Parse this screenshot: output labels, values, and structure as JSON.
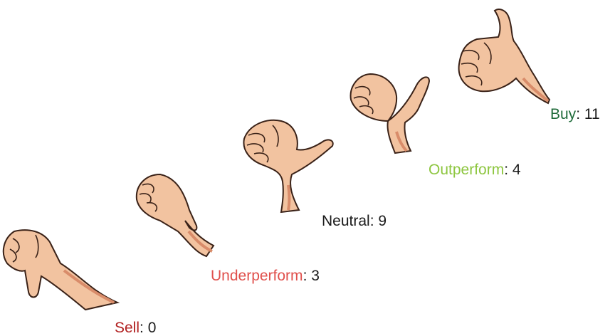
{
  "ratings": [
    {
      "label": "Sell",
      "count": "0",
      "color": "#b22222",
      "icon": "thumbs-down-hand"
    },
    {
      "label": "Underperform",
      "count": "3",
      "color": "#e0504c",
      "icon": "thumb-down-tilted-hand"
    },
    {
      "label": "Neutral",
      "count": "9",
      "color": "#1a1a1a",
      "icon": "thumb-sideways-hand"
    },
    {
      "label": "Outperform",
      "count": "4",
      "color": "#8dc63f",
      "icon": "thumb-up-tilted-hand"
    },
    {
      "label": "Buy",
      "count": "11",
      "color": "#1f6b3a",
      "icon": "thumbs-up-hand"
    }
  ],
  "separator": ":",
  "colors": {
    "skin": "#f2c3a0",
    "skin_shadow": "#d98c6a",
    "outline": "#3a2218"
  }
}
